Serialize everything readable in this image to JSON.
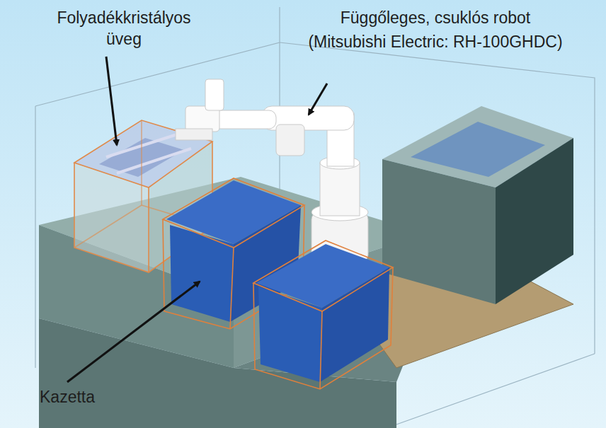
{
  "diagram": {
    "labels": [
      "Folyadékkristályos üveg",
      "Függőleges, csuklós robot",
      "(Mitsubishi Electric: RH-100GHDC)",
      "Kazetta"
    ]
  }
}
